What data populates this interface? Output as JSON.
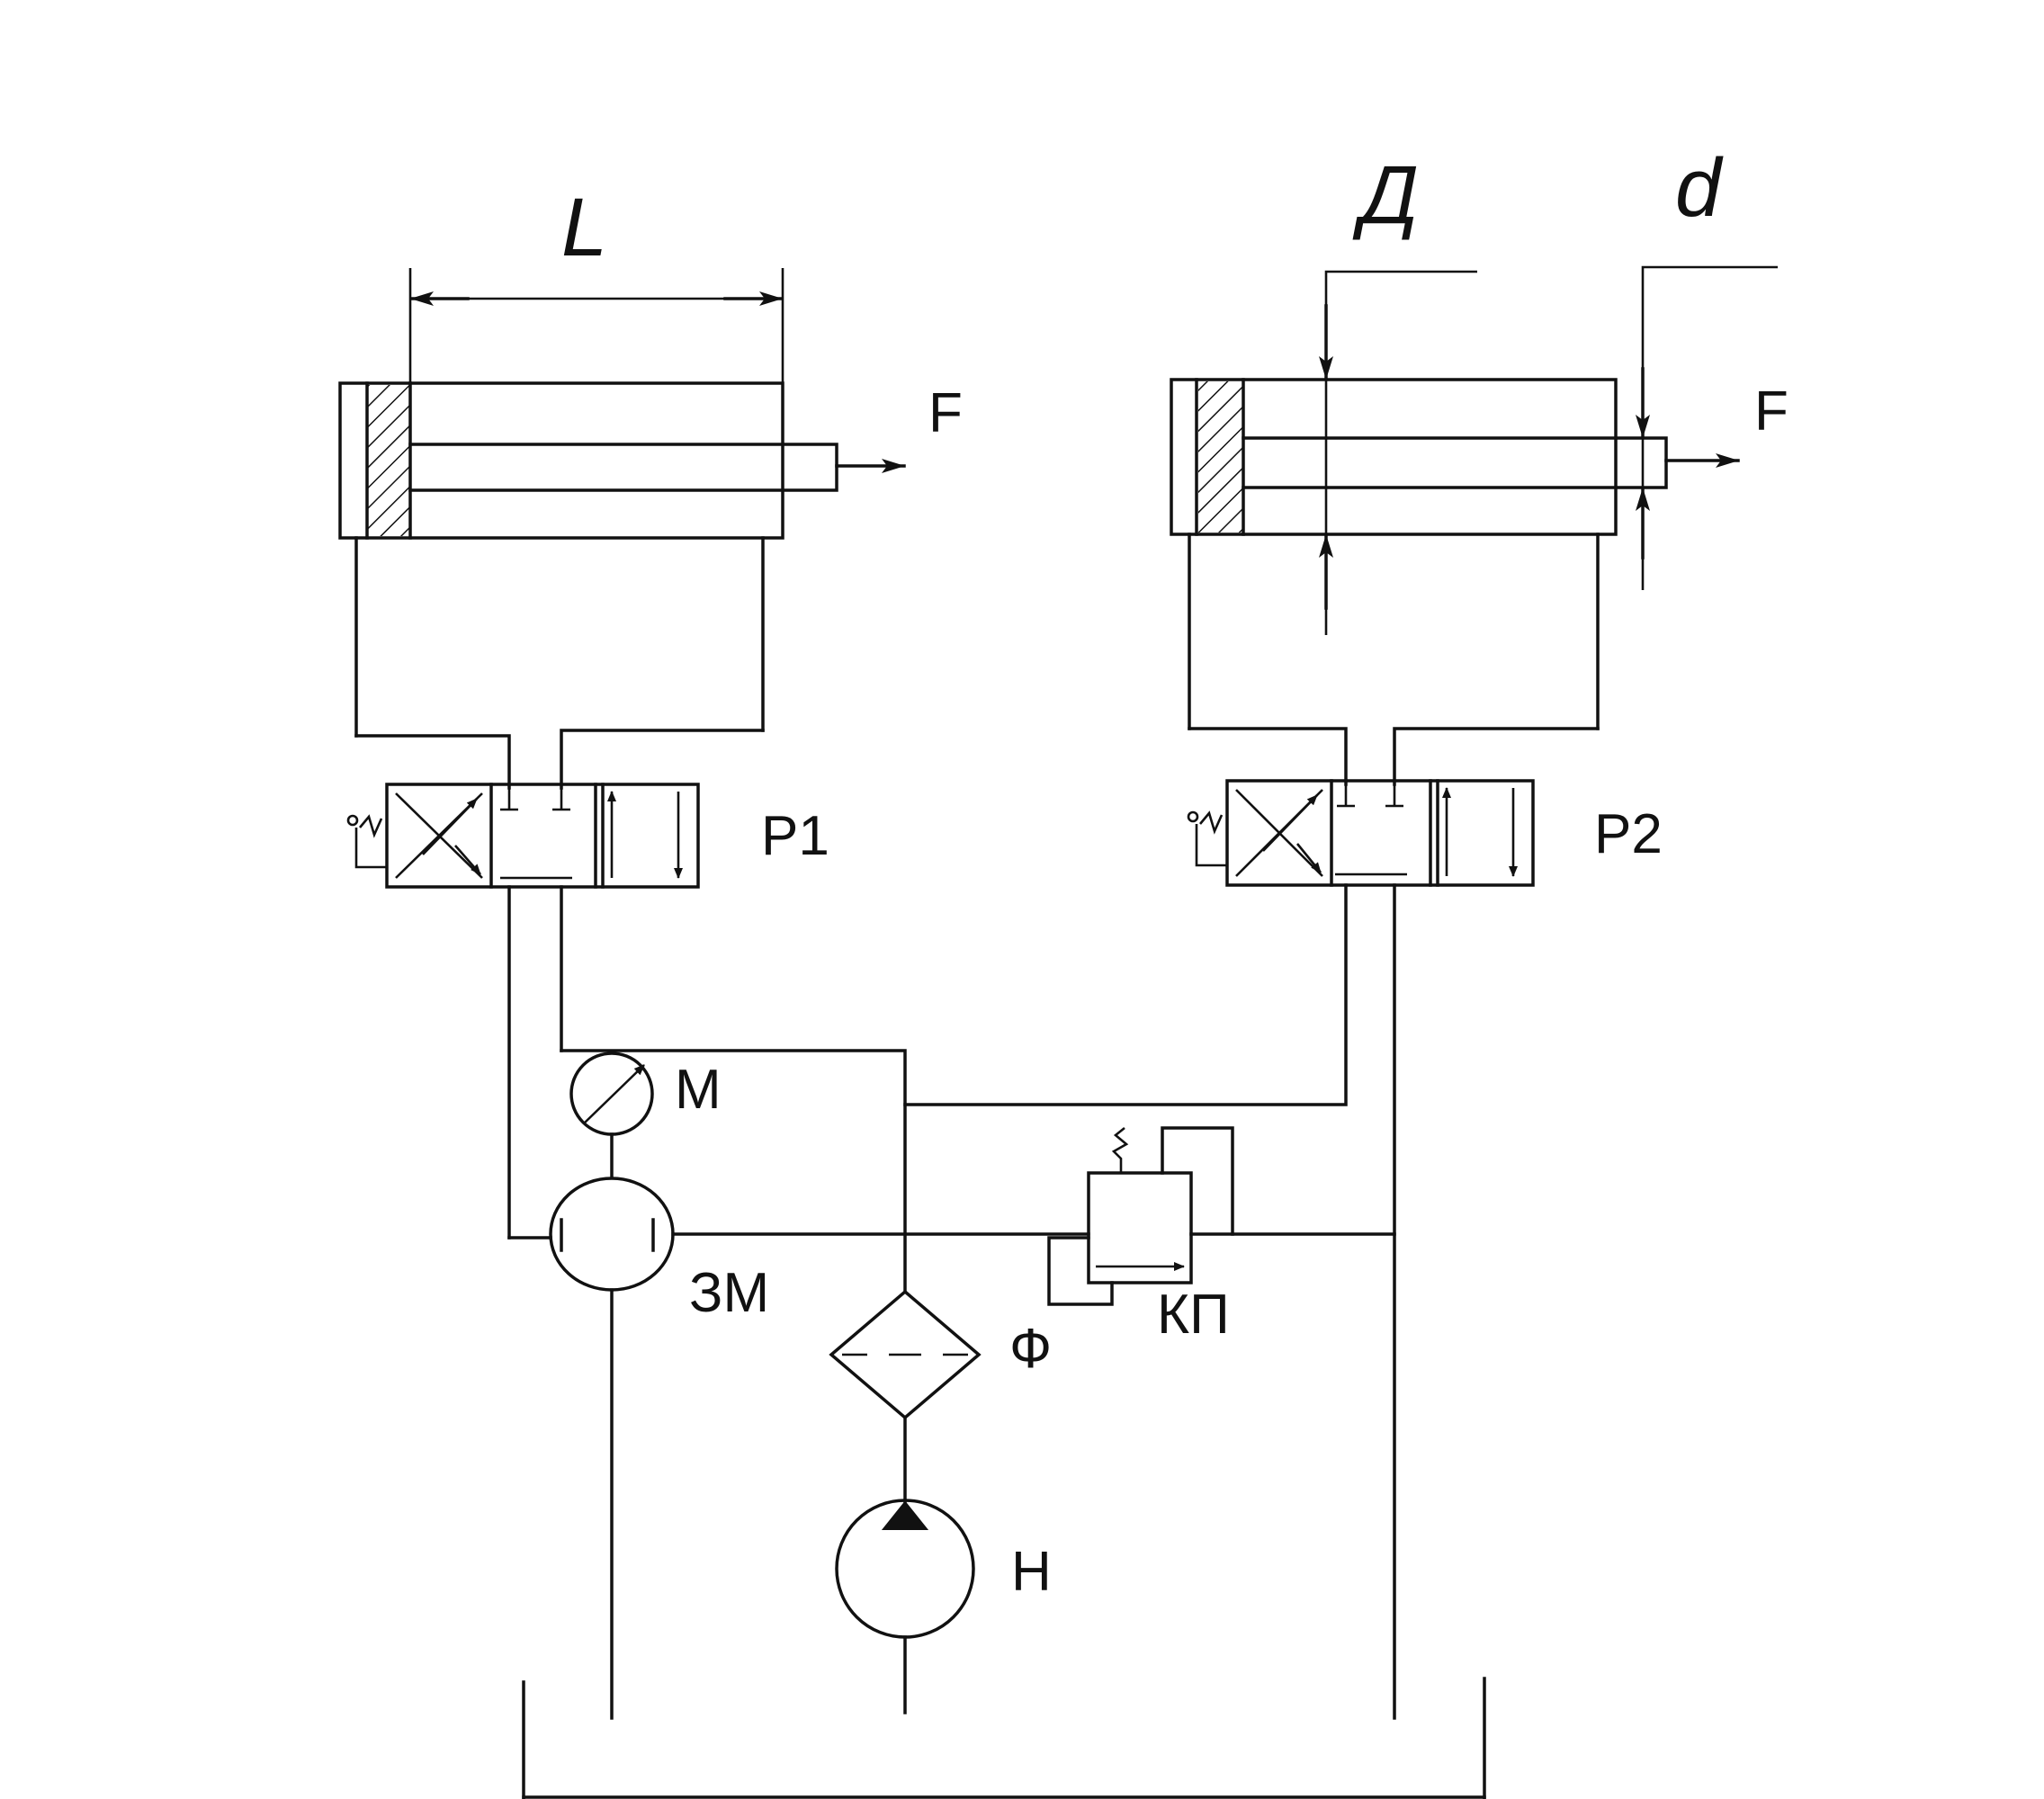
{
  "labels": {
    "stroke_length": "L",
    "piston_diameter": "Д",
    "rod_diameter": "d",
    "force_1": "F",
    "force_2": "F",
    "valve_1": "P1",
    "valve_2": "P2",
    "manometer": "M",
    "gauge_switch": "ЗМ",
    "filter": "Ф",
    "relief_valve": "КП",
    "pump": "Н"
  },
  "colors": {
    "line": "#111111",
    "background": "#ffffff"
  }
}
